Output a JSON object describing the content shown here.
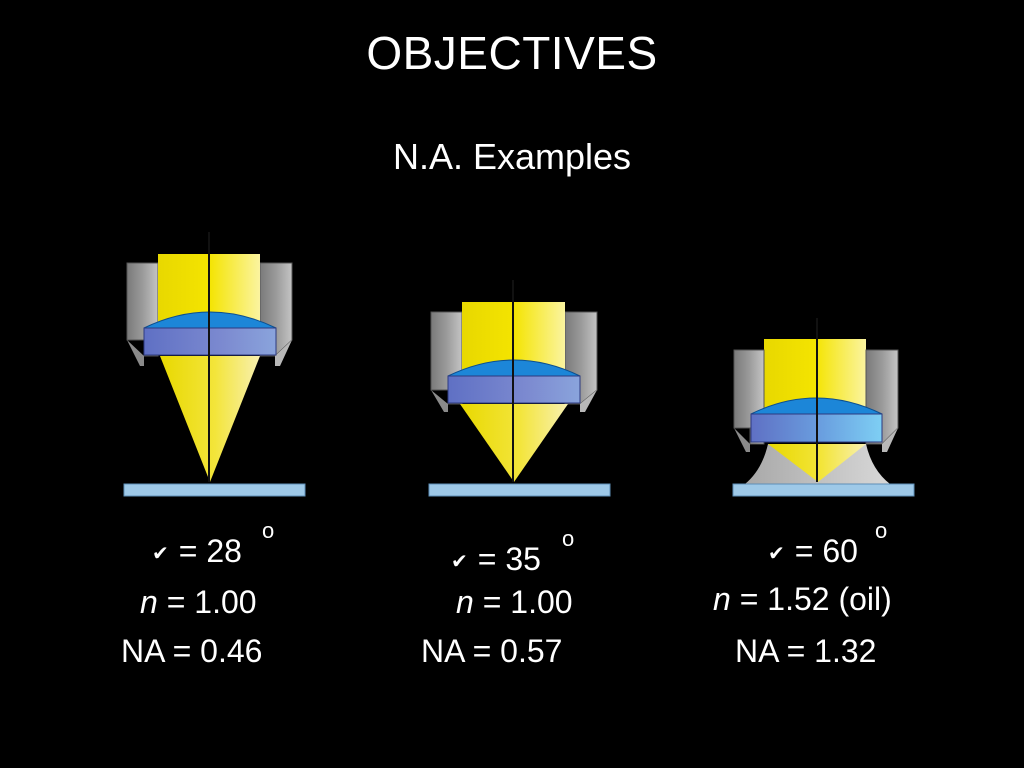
{
  "slide": {
    "title": "OBJECTIVES",
    "subtitle": "N.A. Examples"
  },
  "objectives": [
    {
      "angle_text": "= 28",
      "degree_symbol": "o",
      "n_symbol": "n",
      "n_text": "= 1.00",
      "na_text": "NA = 0.46"
    },
    {
      "angle_text": "= 35",
      "degree_symbol": "o",
      "n_symbol": "n",
      "n_text": "= 1.00",
      "na_text": "NA = 0.57"
    },
    {
      "angle_text": "= 60",
      "degree_symbol": "o",
      "n_symbol": "n",
      "n_text": "= 1.52 (oil)",
      "na_text": "NA = 1.32"
    }
  ],
  "angle_glyph": "✔",
  "colors": {
    "background": "#000000",
    "text": "#ffffff",
    "light_cone": "#f0e000",
    "lens_top": "#1c86d8",
    "lens_body": "#6f80c8",
    "housing": "#9a9a9a",
    "slide_glass": "#9ec9e8",
    "oil": "#c8c8c8"
  }
}
